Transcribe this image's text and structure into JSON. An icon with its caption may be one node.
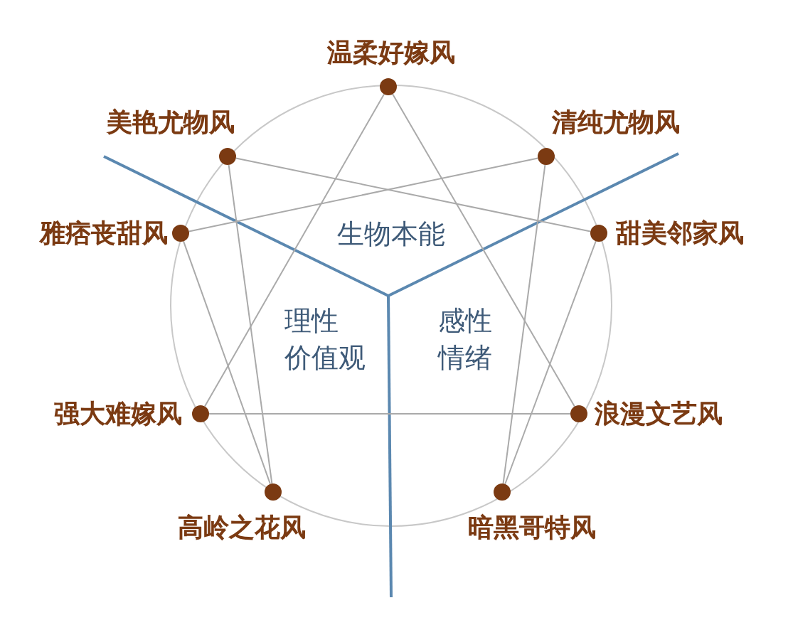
{
  "diagram": {
    "nodes": [
      {
        "text": [],
        "shape": "circle",
        "beside": [
          "温柔好嫁风"
        ]
      },
      {
        "text": [],
        "shape": "circle",
        "beside": [
          "清纯尤物风"
        ]
      },
      {
        "text": [],
        "shape": "circle",
        "beside": [
          "甜美邻家风"
        ]
      },
      {
        "text": [],
        "shape": "circle",
        "beside": [
          "浪漫文艺风"
        ]
      },
      {
        "text": [],
        "shape": "circle",
        "beside": [
          "暗黑哥特风"
        ]
      },
      {
        "text": [],
        "shape": "circle",
        "beside": [
          "高岭之花风"
        ]
      },
      {
        "text": [],
        "shape": "circle",
        "beside": [
          "强大难嫁风"
        ]
      },
      {
        "text": [],
        "shape": "circle",
        "beside": [
          "雅痞丧甜风"
        ]
      },
      {
        "text": [],
        "shape": "circle",
        "beside": [
          "美艳尤物风"
        ]
      }
    ],
    "edges": [
      {
        "from": 0,
        "to": 3,
        "arrow": "none"
      },
      {
        "from": 3,
        "to": 6,
        "arrow": "none"
      },
      {
        "from": 6,
        "to": 0,
        "arrow": "none"
      },
      {
        "from": 8,
        "to": 2,
        "arrow": "none"
      },
      {
        "from": 2,
        "to": 4,
        "arrow": "none"
      },
      {
        "from": 4,
        "to": 1,
        "arrow": "none"
      },
      {
        "from": 1,
        "to": 7,
        "arrow": "none"
      },
      {
        "from": 7,
        "to": 5,
        "arrow": "none"
      },
      {
        "from": 5,
        "to": 8,
        "arrow": "none"
      }
    ],
    "labels": [
      "生物本能",
      "理性",
      "价值观",
      "感性",
      "情绪"
    ]
  }
}
